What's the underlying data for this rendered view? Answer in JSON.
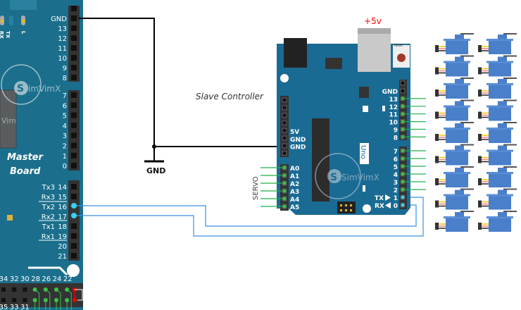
{
  "master": {
    "title_line1": "Master",
    "title_line2": "Board",
    "logo": "SimVimX",
    "chip_text": "Vim",
    "led_labels": [
      "RX",
      "TX",
      "L"
    ],
    "top_pins": [
      "GND",
      "13",
      "12",
      "11",
      "10",
      "9",
      "8"
    ],
    "mid_pins": [
      "7",
      "6",
      "5",
      "4",
      "3",
      "2",
      "1",
      "0"
    ],
    "comm_pins": [
      {
        "label": "Tx3",
        "num": "14"
      },
      {
        "label": "Rx3",
        "num": "15"
      },
      {
        "label": "Tx2",
        "num": "16"
      },
      {
        "label": "Rx2",
        "num": "17"
      },
      {
        "label": "Tx1",
        "num": "18"
      },
      {
        "label": "Rx1",
        "num": "19"
      },
      {
        "label": "",
        "num": "20"
      },
      {
        "label": "",
        "num": "21"
      }
    ],
    "bottom_top_row": [
      "34",
      "32",
      "30",
      "28",
      "26",
      "24",
      "22"
    ],
    "bottom_bottom_row": [
      "35",
      "33",
      "31"
    ]
  },
  "slave": {
    "caption": "Slave Controller",
    "model": "Uno",
    "logo": "SimVimX",
    "power_label": "+5v",
    "reset_label": "RESET",
    "power_pins": [
      "5V",
      "GND",
      "GND"
    ],
    "analog_pins": [
      "A0",
      "A1",
      "A2",
      "A3",
      "A4",
      "A5"
    ],
    "analog_group_label": "SERVO",
    "digital_top": [
      "GND",
      "13",
      "12",
      "11",
      "10",
      "9",
      "8"
    ],
    "digital_bottom": [
      "7",
      "6",
      "5",
      "4",
      "3",
      "2",
      "1",
      "0"
    ],
    "tx_label": "TX",
    "rx_label": "RX"
  },
  "ground_label": "GND",
  "colors": {
    "board": "#1a6b94",
    "master_board": "#1b6f8c",
    "servo_wire": "#22b14c",
    "serial_wire": "#3d8fe0",
    "serial_pin": "#36d2f0",
    "power_label": "#ff0000",
    "servo_body": "#4a7fc9"
  }
}
